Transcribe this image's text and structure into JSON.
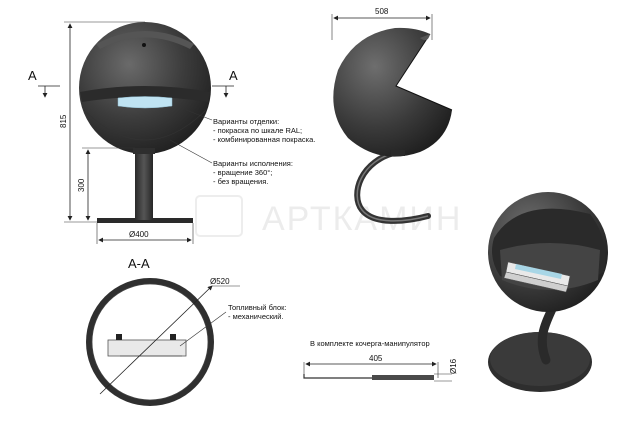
{
  "dimensions": {
    "height_total": "815",
    "height_stand": "300",
    "base_diameter": "Ø400",
    "width_side": "508",
    "sphere_diameter": "Ø520",
    "poker_length": "405",
    "poker_diameter": "Ø16"
  },
  "section": {
    "marker_left": "A",
    "marker_right": "A",
    "title": "A-A"
  },
  "notes": {
    "finish_title": "Варианты отделки:",
    "finish_1": "- покраска по шкале RAL;",
    "finish_2": "- комбинированная покраска.",
    "version_title": "Варианты исполнения:",
    "version_1": "- вращение 360°;",
    "version_2": "- без вращения.",
    "fuel_title": "Топливный блок:",
    "fuel_1": "- механический.",
    "kit": "В комплекте кочерга-манипулятор"
  },
  "watermark": "АРТКАМИН",
  "colors": {
    "body": "#3c3c3c",
    "body_dark": "#242424",
    "glass": "#bfe3f2",
    "fuel_block": "#e9e9e9"
  }
}
